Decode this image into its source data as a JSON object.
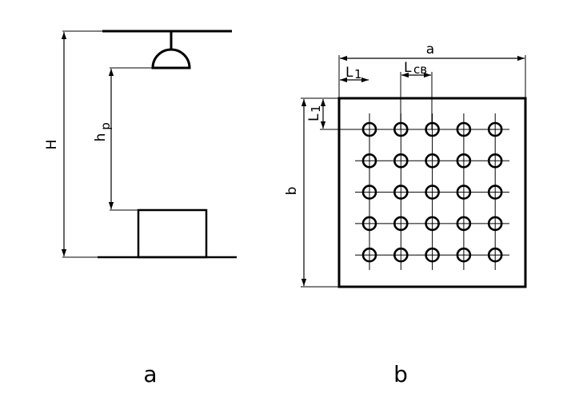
{
  "diagram_a": {
    "label_H": "H",
    "label_h": "h",
    "label_h_sub": "p",
    "caption": "a"
  },
  "diagram_b": {
    "label_a": "a",
    "label_L1_main": "L",
    "label_L1_sub": "1",
    "label_Lcb_main": "L",
    "label_Lcb_sub": "св",
    "label_L1v_main": "L",
    "label_L1v_sub": "1",
    "label_b": "b",
    "caption": "b",
    "grid": {
      "rows": 5,
      "cols": 5
    }
  }
}
